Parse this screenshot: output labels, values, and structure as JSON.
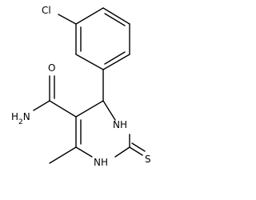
{
  "molecule": {
    "atom_labels": {
      "chlorine": "Cl",
      "amide_oxygen": "O",
      "amide_nitrogen": "H2N",
      "ring_nh_upper": "NH",
      "ring_nh_lower": "NH",
      "thione_sulfur": "S"
    },
    "colors": {
      "bonds": "#000000",
      "labels": "#000000",
      "background": "#ffffff"
    }
  }
}
